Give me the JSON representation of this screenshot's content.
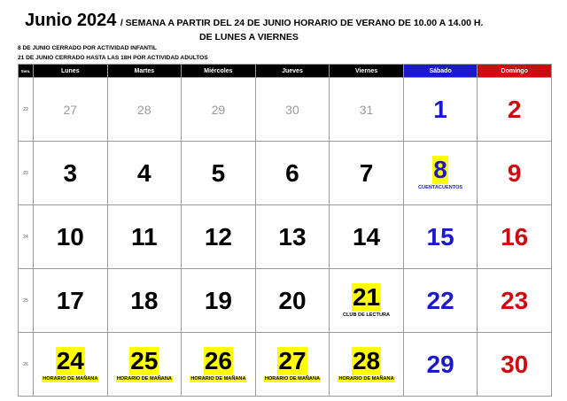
{
  "header": {
    "month": "Junio 2024",
    "subtitle": "/ SEMANA A PARTIR DEL 24 DE JUNIO HORARIO DE VERANO DE 10.00 A 14.00 H.",
    "subtitle2": "DE LUNES A VIERNES"
  },
  "notes": [
    "8   DE JUNIO CERRADO POR ACTIVIDAD INFANTIL",
    "21 DE JUNIO CERRADO HASTA LAS 18H POR ACTIVIDAD ADULTOS"
  ],
  "columns": [
    "Sem.",
    "Lunes",
    "Martes",
    "Miércoles",
    "Jueves",
    "Viernes",
    "Sábado",
    "Domingo"
  ],
  "colors": {
    "saturday": "#1a1acc",
    "sunday": "#cc0c10",
    "highlight": "#ffff00",
    "other_month": "#9a9a9a"
  },
  "weeks": [
    {
      "week": "22",
      "days": [
        {
          "n": "27",
          "other": true
        },
        {
          "n": "28",
          "other": true
        },
        {
          "n": "29",
          "other": true
        },
        {
          "n": "30",
          "other": true
        },
        {
          "n": "31",
          "other": true
        },
        {
          "n": "1"
        },
        {
          "n": "2"
        }
      ]
    },
    {
      "week": "23",
      "days": [
        {
          "n": "3"
        },
        {
          "n": "4"
        },
        {
          "n": "5"
        },
        {
          "n": "6"
        },
        {
          "n": "7"
        },
        {
          "n": "8",
          "hl": true,
          "event": "CUENTACUENTOS",
          "event_hl": false
        },
        {
          "n": "9"
        }
      ]
    },
    {
      "week": "24",
      "days": [
        {
          "n": "10"
        },
        {
          "n": "11"
        },
        {
          "n": "12"
        },
        {
          "n": "13"
        },
        {
          "n": "14"
        },
        {
          "n": "15"
        },
        {
          "n": "16"
        }
      ]
    },
    {
      "week": "25",
      "days": [
        {
          "n": "17"
        },
        {
          "n": "18"
        },
        {
          "n": "19"
        },
        {
          "n": "20"
        },
        {
          "n": "21",
          "hl": true,
          "event": "CLUB DE LECTURA",
          "event_hl": false
        },
        {
          "n": "22"
        },
        {
          "n": "23"
        }
      ]
    },
    {
      "week": "26",
      "days": [
        {
          "n": "24",
          "hl": true,
          "event": "HORARIO DE MAÑANA",
          "event_hl": true
        },
        {
          "n": "25",
          "hl": true,
          "event": "HORARIO DE MAÑANA",
          "event_hl": true
        },
        {
          "n": "26",
          "hl": true,
          "event": "HORARIO DE MAÑANA",
          "event_hl": true
        },
        {
          "n": "27",
          "hl": true,
          "event": "HORARIO DE MAÑANA",
          "event_hl": true
        },
        {
          "n": "28",
          "hl": true,
          "event": "HORARIO DE MAÑANA",
          "event_hl": true
        },
        {
          "n": "29"
        },
        {
          "n": "30"
        }
      ]
    }
  ]
}
